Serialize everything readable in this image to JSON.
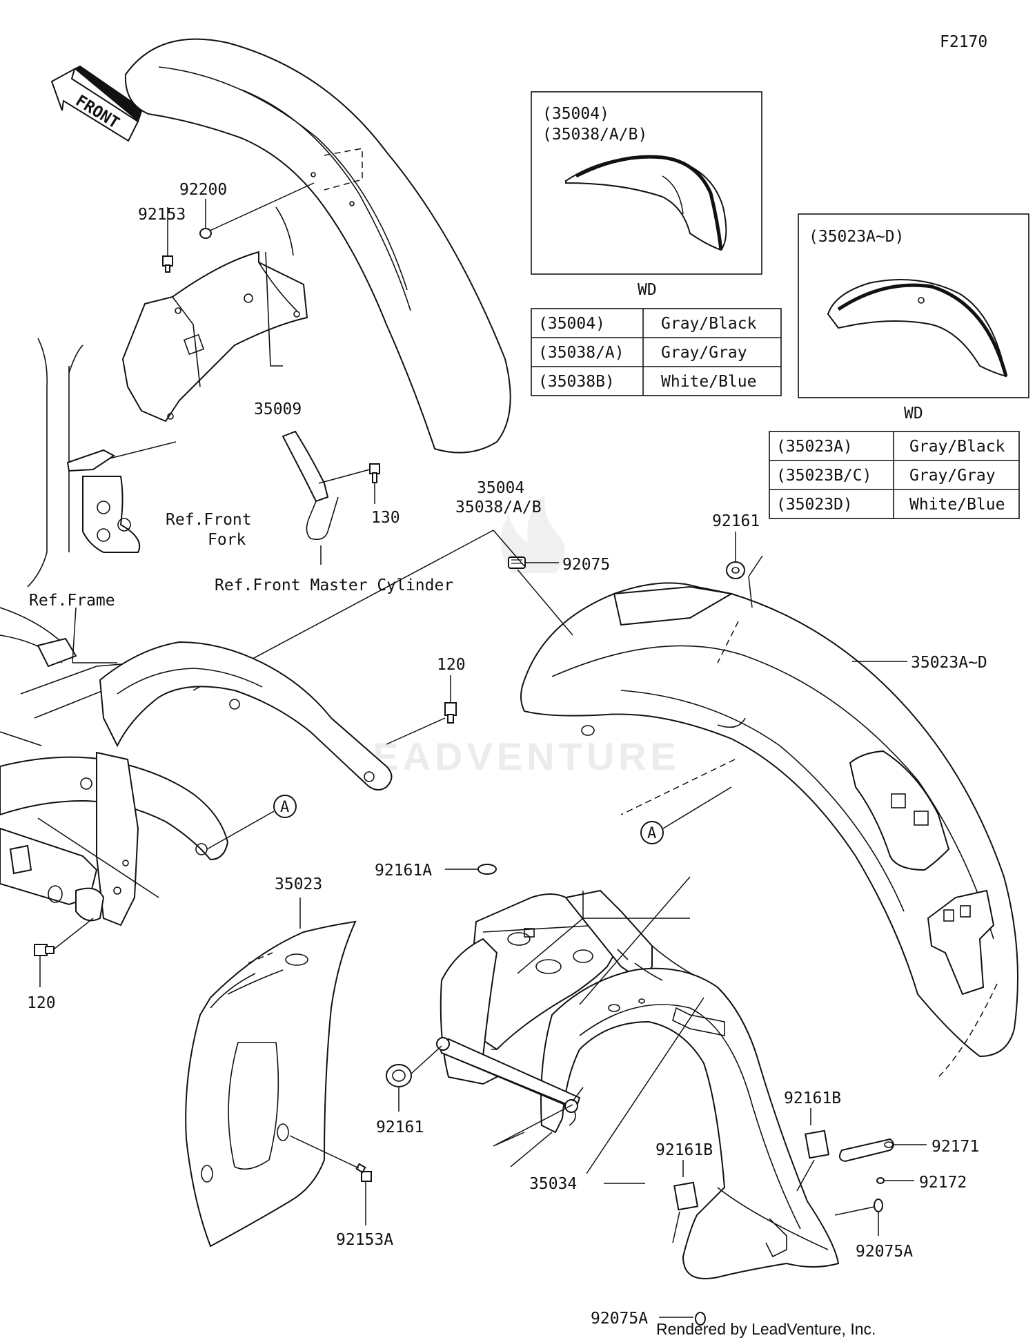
{
  "diagram_code": "F2170",
  "front_arrow": "FRONT",
  "labels": {
    "l_92200": "92200",
    "l_92153": "92153",
    "l_35009": "35009",
    "l_35004": "35004",
    "l_35038": "35038/A/B",
    "l_130": "130",
    "l_fork_1": "Ref.Front",
    "l_fork_2": "Fork",
    "l_master": "Ref.Front Master Cylinder",
    "l_frame": "Ref.Frame",
    "l_92075": "92075",
    "l_92161_top": "92161",
    "l_35023ad": "35023A~D",
    "l_120_top": "120",
    "l_A_left": "A",
    "l_A_right": "A",
    "l_92161a": "92161A",
    "l_35023": "35023",
    "l_120_bot": "120",
    "l_92161_bot": "92161",
    "l_92161b_right": "92161B",
    "l_92161b_mid": "92161B",
    "l_35034": "35034",
    "l_92171": "92171",
    "l_92172": "92172",
    "l_92153a": "92153A",
    "l_92075a_right": "92075A",
    "l_92075a_bot": "92075A"
  },
  "inset_front": {
    "line1": "(35004)",
    "line2": "(35038/A/B)",
    "caption": "WD",
    "rows": [
      {
        "part": "(35004)",
        "color": "Gray/Black"
      },
      {
        "part": "(35038/A)",
        "color": "Gray/Gray"
      },
      {
        "part": "(35038B)",
        "color": "White/Blue"
      }
    ]
  },
  "inset_rear": {
    "line1": "(35023A~D)",
    "caption": "WD",
    "rows": [
      {
        "part": "(35023A)",
        "color": "Gray/Black"
      },
      {
        "part": "(35023B/C)",
        "color": "Gray/Gray"
      },
      {
        "part": "(35023D)",
        "color": "White/Blue"
      }
    ]
  },
  "watermark": "LEADVENTURE",
  "credit": "Rendered by LeadVenture, Inc."
}
